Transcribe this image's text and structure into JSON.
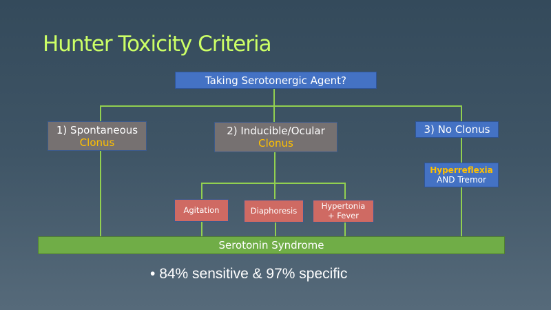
{
  "title": "Hunter Toxicity Criteria",
  "root": "Taking Serotonergic Agent?",
  "branches": [
    {
      "label": "1) Spontaneous",
      "sub": "Clonus"
    },
    {
      "label": "2) Inducible/Ocular",
      "sub": "Clonus"
    },
    {
      "label": "3) No Clonus"
    }
  ],
  "no_clonus_criteria": {
    "highlight": "Hyperreflexia",
    "rest": "AND Tremor"
  },
  "inducible_criteria": [
    {
      "line1": "Agitation"
    },
    {
      "line1": "Diaphoresis"
    },
    {
      "line1": "Hypertonia",
      "line2": "+ Fever"
    }
  ],
  "outcome": "Serotonin Syndrome",
  "bullet": "84% sensitive & 97% specific",
  "colors": {
    "title": "#ccff66",
    "blue": "#4472c4",
    "gray": "#767171",
    "red": "#cf6a63",
    "green": "#70ad47",
    "orange": "#ffc000",
    "connector": "#92d050"
  }
}
